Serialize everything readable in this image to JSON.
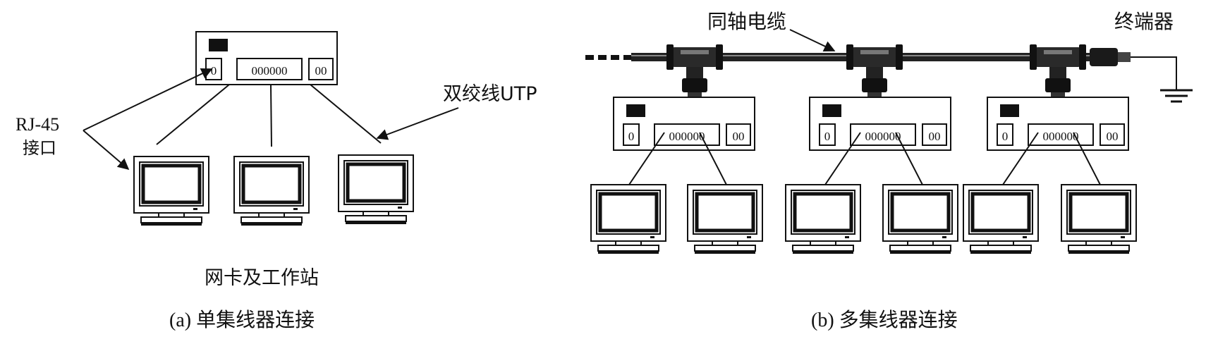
{
  "labels": {
    "rj45_line1": "RJ-45",
    "rj45_line2": "接口",
    "utp": "双绞线UTP",
    "workstations": "网卡及工作站",
    "caption_a": "(a)  单集线器连接",
    "caption_b": "(b)  多集线器连接",
    "coax": "同轴电缆",
    "terminator": "终端器"
  },
  "hub": {
    "port_single": "0",
    "ports_row": "000000",
    "ports_pair": "00"
  }
}
